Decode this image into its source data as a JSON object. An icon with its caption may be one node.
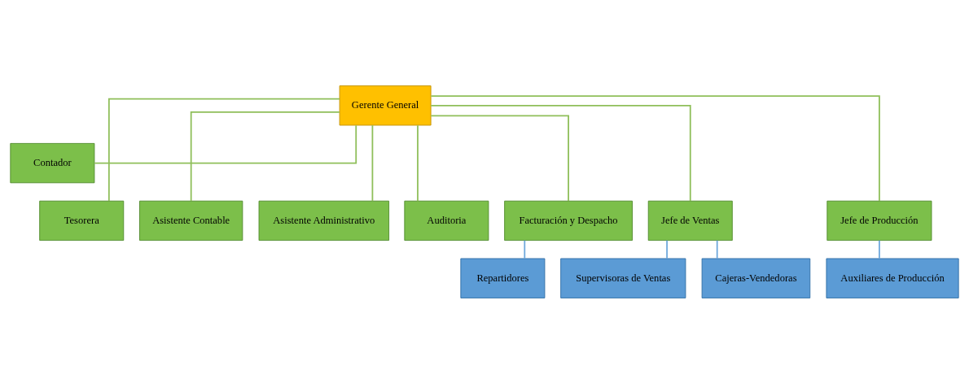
{
  "diagram": {
    "nodes": [
      {
        "text": [
          "Gerente General"
        ]
      },
      {
        "text": [
          "Contador"
        ]
      },
      {
        "text": [
          "Tesorera"
        ]
      },
      {
        "text": [
          "Asistente Contable"
        ]
      },
      {
        "text": [
          "Asistente Administrativo"
        ]
      },
      {
        "text": [
          "Auditoria"
        ]
      },
      {
        "text": [
          "Facturación y Despacho"
        ]
      },
      {
        "text": [
          "Jefe de Ventas"
        ]
      },
      {
        "text": [
          "Jefe de Producción"
        ]
      },
      {
        "text": [
          "Repartidores"
        ]
      },
      {
        "text": [
          "Supervisoras de Ventas"
        ]
      },
      {
        "text": [
          "Cajeras-Vendedoras"
        ]
      },
      {
        "text": [
          "Auxiliares de Producción"
        ]
      }
    ],
    "edges": [
      {
        "from": 0,
        "to": 1,
        "arrow": "none"
      },
      {
        "from": 0,
        "to": 2,
        "arrow": "none"
      },
      {
        "from": 0,
        "to": 3,
        "arrow": "none"
      },
      {
        "from": 0,
        "to": 4,
        "arrow": "none"
      },
      {
        "from": 0,
        "to": 5,
        "arrow": "none"
      },
      {
        "from": 0,
        "to": 6,
        "arrow": "none"
      },
      {
        "from": 0,
        "to": 7,
        "arrow": "none"
      },
      {
        "from": 0,
        "to": 8,
        "arrow": "none"
      },
      {
        "from": 6,
        "to": 9,
        "arrow": "none",
        "color": "#6fa8dc"
      },
      {
        "from": 7,
        "to": 10,
        "arrow": "none",
        "color": "#6fa8dc"
      },
      {
        "from": 7,
        "to": 11,
        "arrow": "none",
        "color": "#6fa8dc"
      },
      {
        "from": 8,
        "to": 12,
        "arrow": "none",
        "color": "#6fa8dc"
      }
    ]
  }
}
